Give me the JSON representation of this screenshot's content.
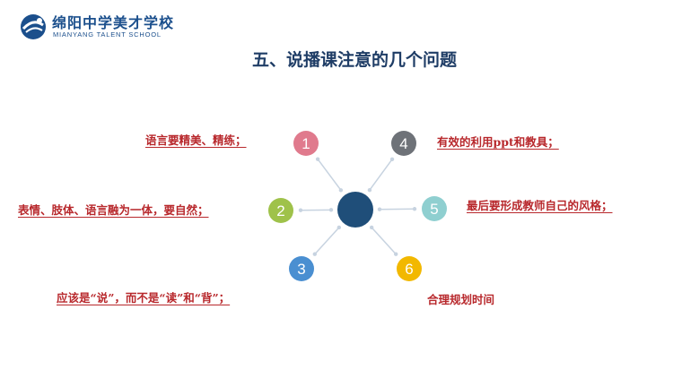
{
  "header": {
    "school_name_cn": "绵阳中学美才学校",
    "school_name_en": "MIANYANG TALENT SCHOOL"
  },
  "title": "五、说播课注意的几个问题",
  "diagram": {
    "hub_color": "#1f4e79",
    "spoke_color": "#c7d3e0",
    "label_color": "#b8282c",
    "nodes": [
      {
        "number": "1",
        "color": "#e07a8d",
        "text": "语言要精美、精练；"
      },
      {
        "number": "2",
        "color": "#9fc24a",
        "text": "表情、肢体、语言融为一体，要自然；"
      },
      {
        "number": "3",
        "color": "#4a8fd1",
        "text": "应该是“说”，而不是“读”和“背”；"
      },
      {
        "number": "4",
        "color": "#6e7278",
        "text": "有效的利用ppt和教具；"
      },
      {
        "number": "5",
        "color": "#8fcfd0",
        "text": "最后要形成教师自己的风格；"
      },
      {
        "number": "6",
        "color": "#f2b800",
        "text": "合理规划时间"
      }
    ]
  }
}
